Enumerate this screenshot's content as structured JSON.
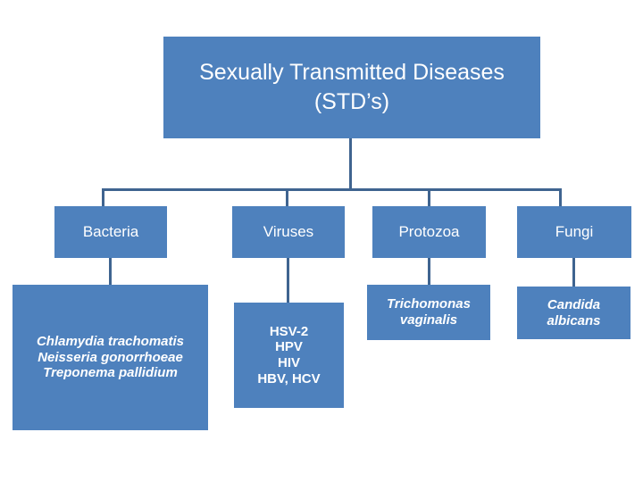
{
  "slide": {
    "background_color": "#FFFFFF",
    "node_fill_color": "#4E81BD",
    "connector_color": "#3F6490",
    "text_color": "#FFFFFF"
  },
  "title": {
    "text": "Sexually Transmitted Diseases\n(STD’s)",
    "line1": "Sexually Transmitted",
    "line2": "Diseases",
    "line3": "(STD’s)"
  },
  "categories": [
    {
      "id": "bacteria",
      "label": "Bacteria"
    },
    {
      "id": "viruses",
      "label": "Viruses"
    },
    {
      "id": "protozoa",
      "label": "Protozoa"
    },
    {
      "id": "fungi",
      "label": "Fungi"
    }
  ],
  "examples": [
    {
      "id": "bacteria-examples",
      "parent": "bacteria",
      "italic": true,
      "text": "Chlamydia trachomatis\nNeisseria gonorrhoeae\nTreponema pallidium",
      "items": [
        "Chlamydia trachomatis",
        "Neisseria gonorrhoeae",
        "Treponema pallidium"
      ]
    },
    {
      "id": "viruses-examples",
      "parent": "viruses",
      "italic": false,
      "text": "HSV-2\nHPV\nHIV\nHBV, HCV",
      "items": [
        "HSV-2",
        "HPV",
        "HIV",
        "HBV, HCV"
      ]
    },
    {
      "id": "protozoa-examples",
      "parent": "protozoa",
      "italic": true,
      "text": "Trichomonas\nvaginalis",
      "items": [
        "Trichomonas vaginalis"
      ]
    },
    {
      "id": "fungi-examples",
      "parent": "fungi",
      "italic": true,
      "text": "Candida\nalbicans",
      "items": [
        "Candida albicans"
      ]
    }
  ]
}
